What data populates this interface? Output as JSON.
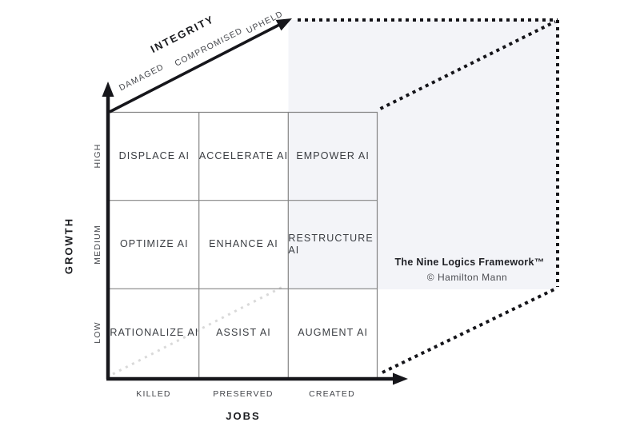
{
  "diagram": {
    "name": "nine-logics-framework-cube",
    "watermark": {
      "title": "The Nine Logics Framework™",
      "credit": "© Hamilton Mann"
    },
    "axis_jobs": {
      "title": "JOBS",
      "ticks": [
        "KILLED",
        "PRESERVED",
        "CREATED"
      ]
    },
    "axis_growth": {
      "title": "GROWTH",
      "ticks": [
        "HIGH",
        "MEDIUM",
        "LOW"
      ]
    },
    "axis_integrity": {
      "title": "INTEGRITY",
      "ticks": [
        "DAMAGED",
        "COMPROMISED",
        "UPHELD"
      ]
    },
    "grid": {
      "rows": [
        {
          "growth": "HIGH",
          "cells": [
            "DISPLACE AI",
            "ACCELERATE AI",
            "EMPOWER AI"
          ]
        },
        {
          "growth": "MEDIUM",
          "cells": [
            "OPTIMIZE AI",
            "ENHANCE AI",
            "RESTRUCTURE AI"
          ]
        },
        {
          "growth": "LOW",
          "cells": [
            "RATIONALIZE AI",
            "ASSIST AI",
            "AUGMENT AI"
          ]
        }
      ]
    },
    "colors": {
      "background": "#ffffff",
      "axis_line": "#16161b",
      "dotted_edge": "#141419",
      "grid_line": "#848484",
      "hidden_edge": "#d9d9d9",
      "back_face_fill": "#edeff4",
      "cell_text": "#3a3d42"
    }
  }
}
